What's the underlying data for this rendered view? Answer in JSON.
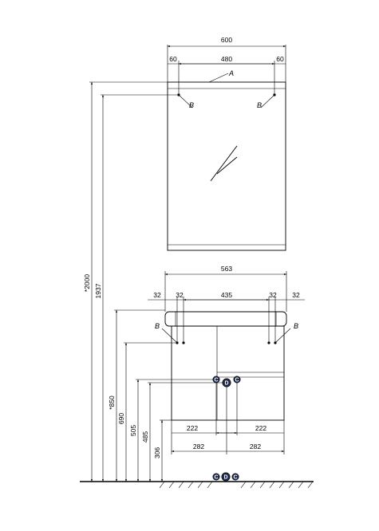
{
  "mirror": {
    "width_total": "600",
    "edge_left": "60",
    "span_center": "480",
    "edge_right": "60",
    "label_a": "A",
    "label_b_left": "B",
    "label_b_right": "B"
  },
  "cabinet": {
    "width_total": "563",
    "edge_left_outer": "32",
    "edge_left_inner": "32",
    "span_center": "435",
    "edge_right_inner": "32",
    "edge_right_outer": "32",
    "label_b_left": "B",
    "label_b_right": "B",
    "label_c_left": "C",
    "label_d": "D",
    "label_c_right": "C",
    "bottom_inner_left": "222",
    "bottom_inner_right": "222",
    "bottom_outer_left": "282",
    "bottom_outer_right": "282"
  },
  "heights": {
    "h2000": "*2000",
    "h1937": "1937",
    "h850": "*850",
    "h690": "690",
    "h505": "505",
    "h485": "485",
    "h306": "306"
  },
  "floor_markers": {
    "c_left": "C",
    "d": "D",
    "c_right": "C"
  }
}
